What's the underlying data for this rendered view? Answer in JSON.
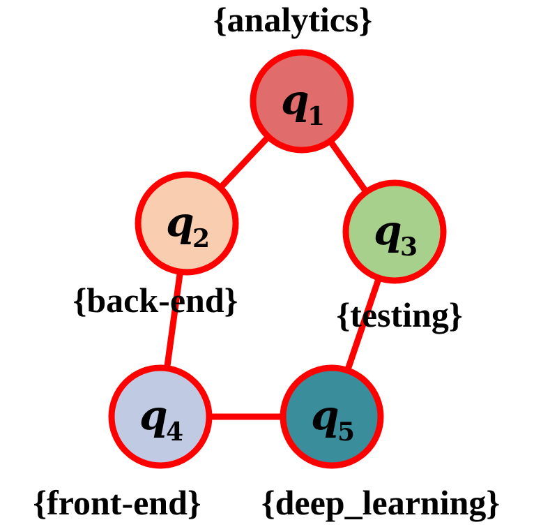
{
  "nodes": [
    {
      "id": "q1",
      "var": "q",
      "sub": "1",
      "label": "{analytics}",
      "fill": "#e06c6c"
    },
    {
      "id": "q2",
      "var": "q",
      "sub": "2",
      "label": "{back-end}",
      "fill": "#f8cdb0"
    },
    {
      "id": "q3",
      "var": "q",
      "sub": "3",
      "label": "{testing}",
      "fill": "#a8d08d"
    },
    {
      "id": "q4",
      "var": "q",
      "sub": "4",
      "label": "{front-end}",
      "fill": "#c0cbe3"
    },
    {
      "id": "q5",
      "var": "q",
      "sub": "5",
      "label": "{deep_learning}",
      "fill": "#3a8d9a"
    }
  ],
  "edges": [
    {
      "from": "q1",
      "to": "q2"
    },
    {
      "from": "q1",
      "to": "q3"
    },
    {
      "from": "q2",
      "to": "q4"
    },
    {
      "from": "q3",
      "to": "q5"
    },
    {
      "from": "q4",
      "to": "q5"
    }
  ],
  "colors": {
    "edge": "#ff0000",
    "border": "#ff0000"
  }
}
